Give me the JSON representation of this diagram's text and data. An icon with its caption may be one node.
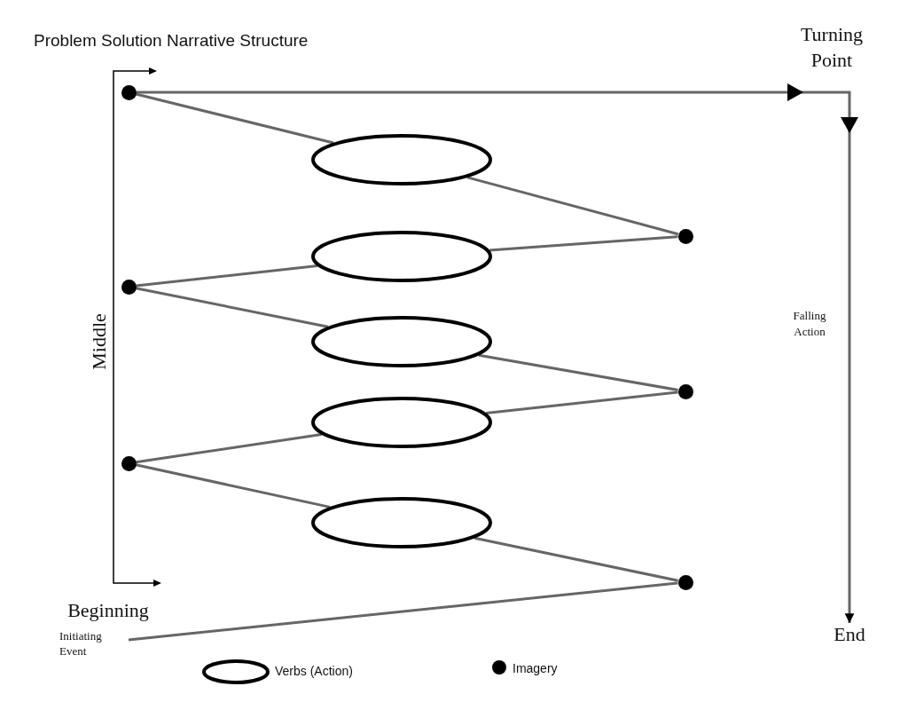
{
  "diagram": {
    "title": "Problem Solution Narrative Structure",
    "nodes": [
      {
        "text": [],
        "shape": "circle"
      },
      {
        "text": [],
        "shape": "ellipse"
      },
      {
        "text": [],
        "shape": "circle"
      },
      {
        "text": [],
        "shape": "ellipse"
      },
      {
        "text": [],
        "shape": "circle"
      },
      {
        "text": [],
        "shape": "ellipse"
      },
      {
        "text": [],
        "shape": "circle"
      },
      {
        "text": [],
        "shape": "ellipse"
      },
      {
        "text": [],
        "shape": "circle"
      },
      {
        "text": [],
        "shape": "ellipse"
      },
      {
        "text": [],
        "shape": "circle"
      },
      {
        "text": [
          "Initiating Event"
        ]
      },
      {
        "text": [
          "End"
        ]
      }
    ],
    "edges": [
      {
        "from": 11,
        "to": 10,
        "arrow": "none"
      },
      {
        "from": 10,
        "to": 9,
        "arrow": "none"
      },
      {
        "from": 9,
        "to": 8,
        "arrow": "none"
      },
      {
        "from": 8,
        "to": 7,
        "arrow": "none"
      },
      {
        "from": 7,
        "to": 6,
        "arrow": "none"
      },
      {
        "from": 6,
        "to": 5,
        "arrow": "none"
      },
      {
        "from": 5,
        "to": 4,
        "arrow": "none"
      },
      {
        "from": 4,
        "to": 3,
        "arrow": "none"
      },
      {
        "from": 3,
        "to": 2,
        "arrow": "none"
      },
      {
        "from": 2,
        "to": 1,
        "arrow": "none"
      },
      {
        "from": 1,
        "to": 0,
        "arrow": "none"
      },
      {
        "from": 0,
        "to": 12,
        "arrow": "to"
      }
    ],
    "labels": [
      "Turning Point",
      "Falling Action",
      "Middle",
      "Beginning"
    ],
    "legend": [
      {
        "text": "Verbs (Action)"
      },
      {
        "text": "Imagery"
      }
    ]
  }
}
